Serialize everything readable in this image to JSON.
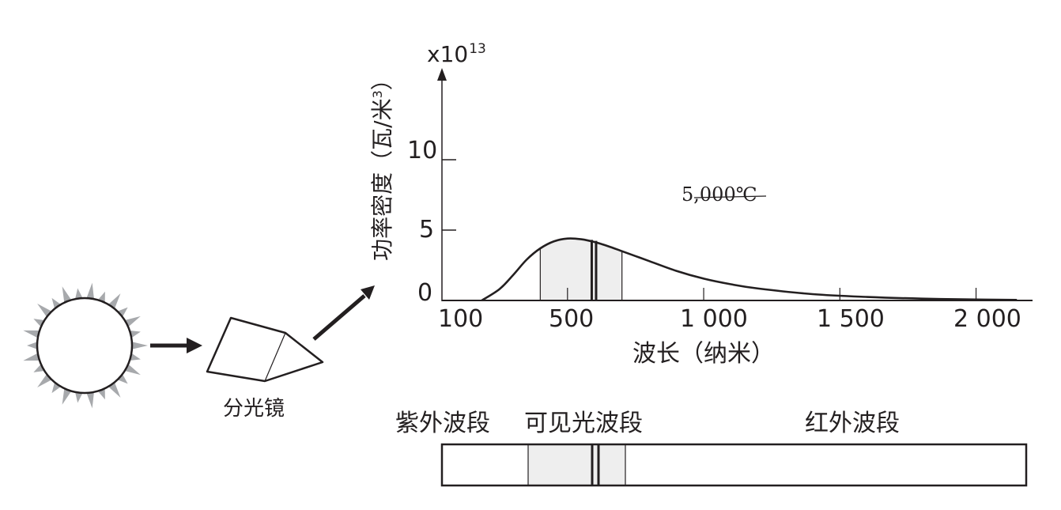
{
  "prism_label": "分光镜",
  "chart_data": {
    "type": "line",
    "title": "",
    "y_multiplier": "x10",
    "y_exponent": "13",
    "ylabel_text": "功率密度（瓦/米",
    "ylabel_sup": "3",
    "ylabel_close": "）",
    "xlabel": "波长（纳米）",
    "x_ticks": [
      "100",
      "500",
      "1 000",
      "1 500",
      "2 000"
    ],
    "y_ticks": [
      "0",
      "5",
      "10"
    ],
    "ylim": [
      0,
      15
    ],
    "xlim": [
      100,
      2150
    ],
    "series": [
      {
        "name": "5,000℃",
        "x": [
          185,
          250,
          300,
          350,
          400,
          450,
          500,
          550,
          600,
          650,
          700,
          750,
          800,
          900,
          1000,
          1100,
          1200,
          1400,
          1600,
          1800,
          2000,
          2150
        ],
        "values": [
          0.0,
          0.8,
          1.8,
          2.9,
          3.7,
          4.2,
          4.4,
          4.35,
          4.15,
          3.85,
          3.5,
          3.15,
          2.8,
          2.1,
          1.55,
          1.15,
          0.85,
          0.45,
          0.25,
          0.13,
          0.07,
          0.04
        ]
      }
    ],
    "visible_band_x": [
      400,
      700
    ],
    "spectral_lines_x": [
      589,
      605
    ]
  },
  "spectrum_bar": {
    "band_labels": [
      "紫外波段",
      "可见光波段",
      "红外波段"
    ]
  },
  "colors": {
    "ink": "#231f20",
    "visible_fill": "#eeeeee",
    "sun_ray": "#a7a9ac"
  }
}
